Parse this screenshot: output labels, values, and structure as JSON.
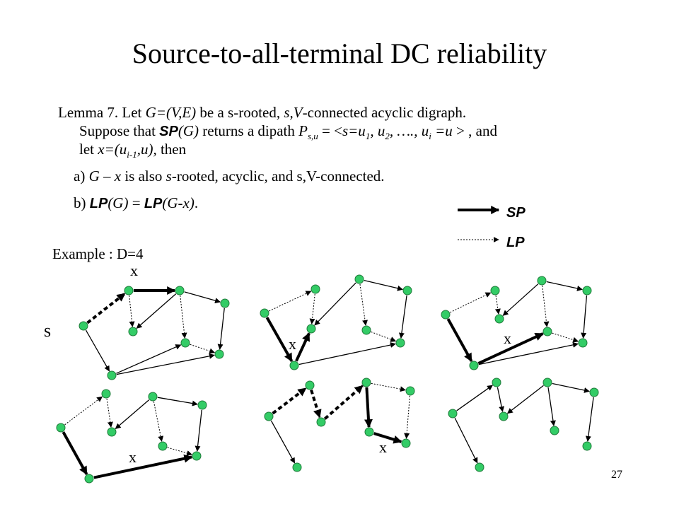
{
  "title": "Source-to-all-terminal  DC reliability",
  "lemma": {
    "label": "Lemma 7.  Let ",
    "G_def": "G=(V,E)",
    "be": " be a s-rooted, ",
    "sV": "s,V",
    "rest1": "-connected acyclic digraph.",
    "suppose": "Suppose that ",
    "SP": "SP",
    "G": "(G)",
    "returns": "  returns a dipath ",
    "P": "P",
    "P_sub": "s,u",
    "eq": " = <",
    "s_eq": "s=u",
    "one": "1",
    "comma_u": ", u",
    "two": "2",
    "dots": ",  …., u",
    "i": "i",
    "eq_u": " =u",
    "close_and": " > , and",
    "let": "let ",
    "x_eq": "x=(u",
    "i_minus_1": "i-1",
    "u_close": ",u),",
    "then": " then"
  },
  "item_a": {
    "prefix": "a) ",
    "G_minus_x": "G – x",
    "is_also": " is also ",
    "s": "s",
    "rest": "-rooted, acyclic, and s,V-connected."
  },
  "item_b": {
    "prefix": "b) ",
    "LP1": "LP",
    "G1": "(G)",
    "eq": " = ",
    "LP2": "LP",
    "G2": "(G-x)",
    "end": "."
  },
  "legend": {
    "sp": "SP",
    "lp": "LP"
  },
  "example_label": "Example : D=4",
  "labels": {
    "x": "x",
    "s": "s"
  },
  "colors": {
    "node_fill": "#33cc66",
    "node_stroke": "#1f7a3a",
    "edge": "#000000"
  },
  "page_number": "27"
}
